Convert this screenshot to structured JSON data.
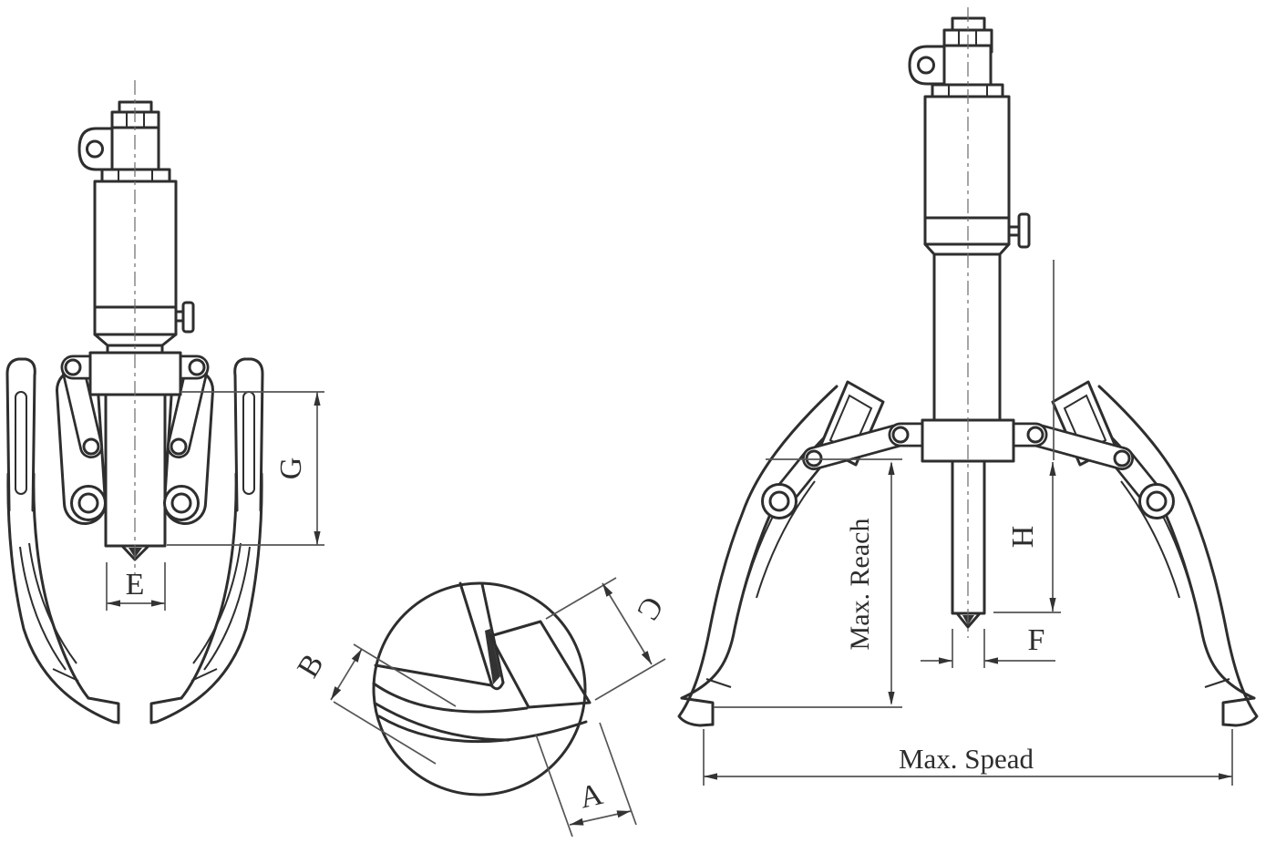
{
  "page": {
    "background": "#ffffff",
    "line_color": "#2e2e2e",
    "dimension_line_color": "#555555",
    "description_type": "technical line drawing, hydraulic gear puller, dimensioned views"
  },
  "diagram": {
    "views": {
      "front_view": {
        "name": "front-view-puller-closed",
        "dims": {
          "e": "E",
          "g": "G"
        }
      },
      "detail_view": {
        "name": "jaw-tip-detail-circle",
        "dims": {
          "a": "A",
          "b": "B",
          "c": "C"
        }
      },
      "main_view": {
        "name": "side-view-puller-open",
        "dims": {
          "h": "H",
          "f": "F",
          "max_reach": "Max. Reach",
          "max_spread": "Max. Spead"
        }
      }
    }
  }
}
